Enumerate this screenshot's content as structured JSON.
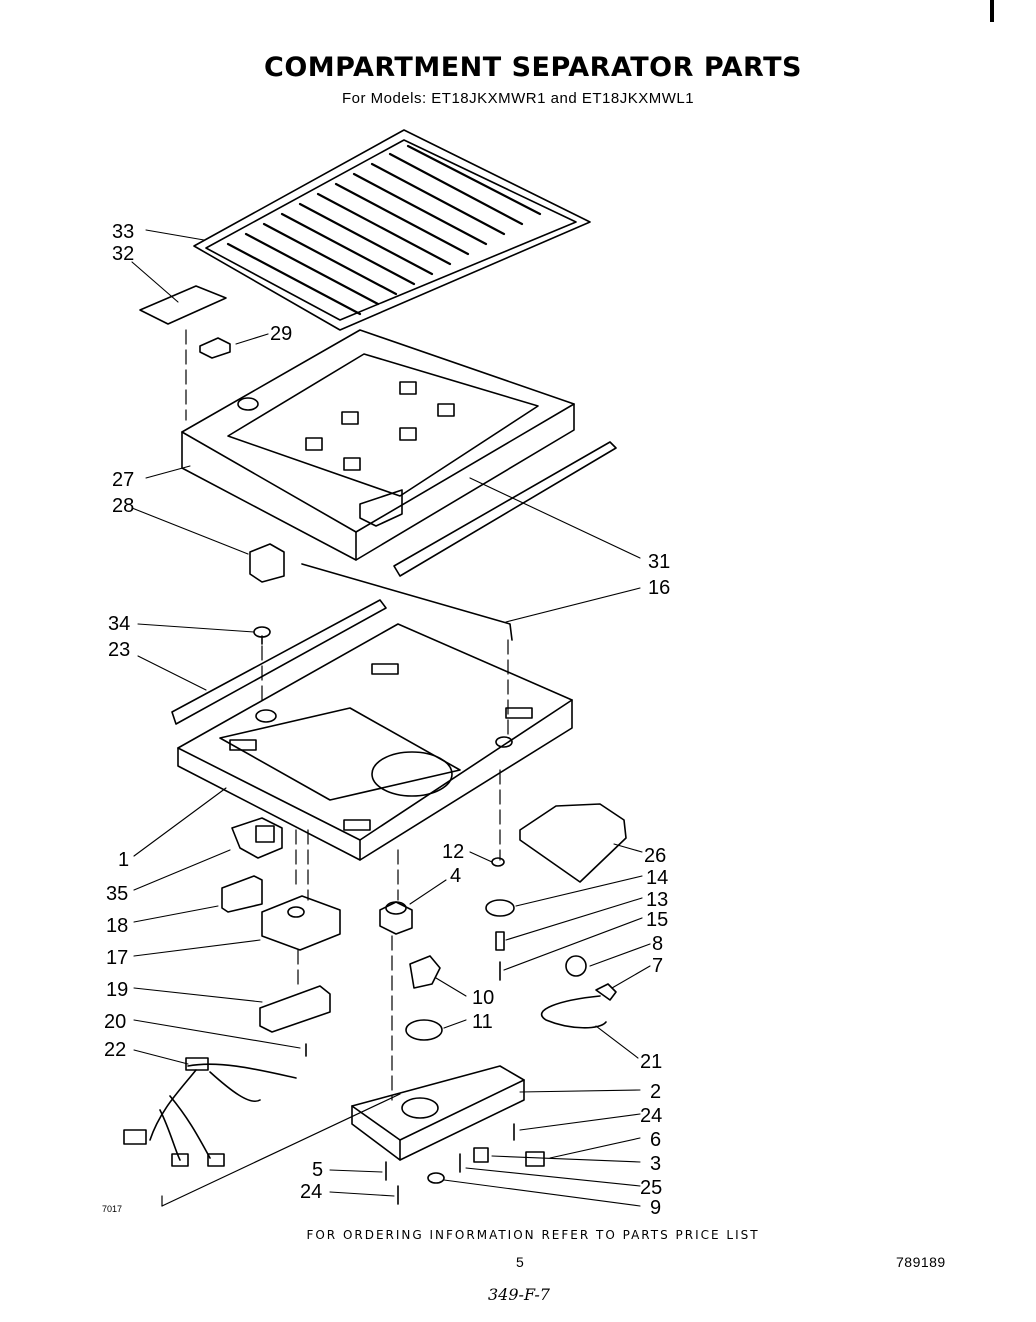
{
  "header": {
    "title": "COMPARTMENT SEPARATOR PARTS",
    "subtitle": "For Models: ET18JKXMWR1 and ET18JKXMWL1"
  },
  "callouts": [
    "33",
    "32",
    "29",
    "27",
    "28",
    "31",
    "16",
    "34",
    "23",
    "1",
    "35",
    "18",
    "17",
    "19",
    "20",
    "22",
    "12",
    "4",
    "26",
    "14",
    "13",
    "15",
    "8",
    "7",
    "10",
    "11",
    "21",
    "2",
    "24",
    "6",
    "3",
    "25",
    "5",
    "24",
    "9"
  ],
  "footer": {
    "ordering_note": "FOR ORDERING INFORMATION REFER TO PARTS PRICE LIST",
    "page_number": "5",
    "document_number": "789189",
    "drawing_code": "7017",
    "handwritten_note": "349-F-7"
  }
}
